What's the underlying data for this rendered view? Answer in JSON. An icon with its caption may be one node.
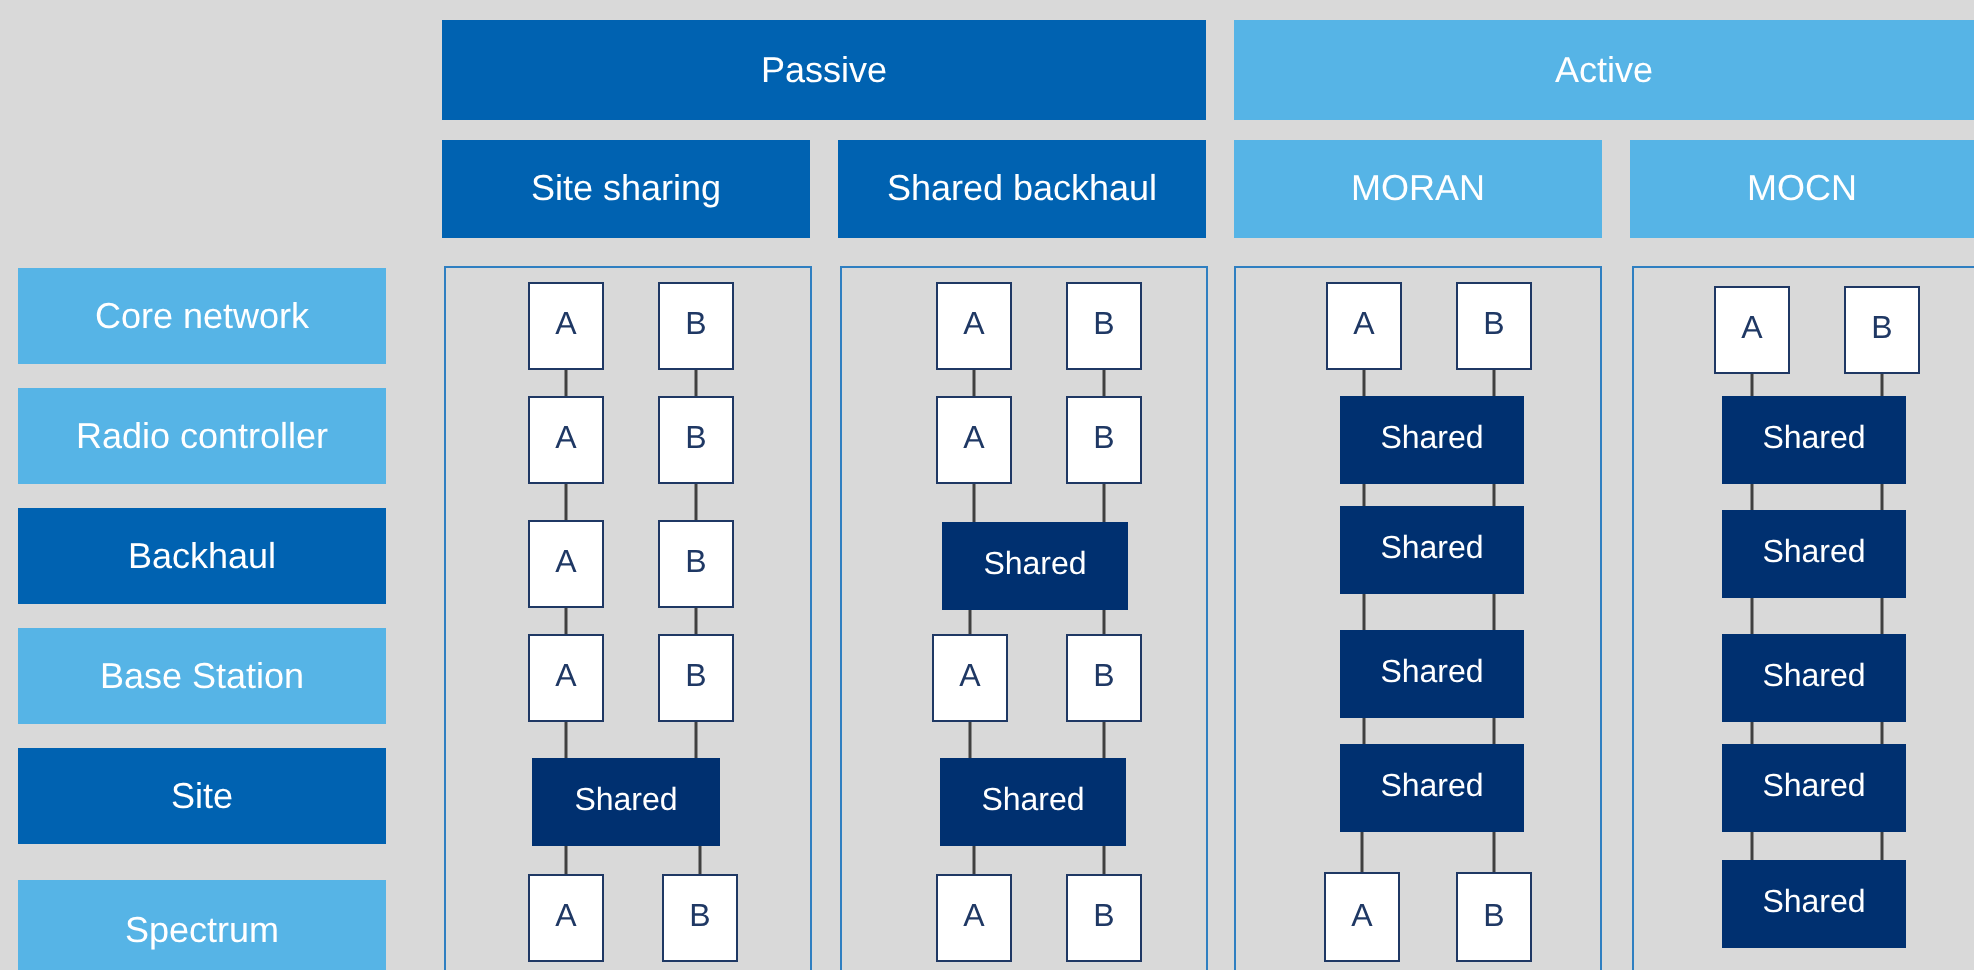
{
  "diagram": {
    "nodes": [
      {
        "text": [
          "Passive"
        ]
      },
      {
        "text": [
          "Active"
        ]
      },
      {
        "text": [
          "Site sharing"
        ]
      },
      {
        "text": [
          "Shared backhaul"
        ]
      },
      {
        "text": [
          "MORAN"
        ]
      },
      {
        "text": [
          "MOCN"
        ]
      },
      {
        "text": [
          "Core network"
        ]
      },
      {
        "text": [
          "Radio controller"
        ]
      },
      {
        "text": [
          "Backhaul"
        ]
      },
      {
        "text": [
          "Base Station"
        ]
      },
      {
        "text": [
          "Site"
        ]
      },
      {
        "text": [
          "Spectrum"
        ]
      },
      {
        "text": [],
        "shape": "box"
      },
      {
        "text": [
          "A"
        ],
        "in": 12
      },
      {
        "text": [
          "B"
        ],
        "in": 12
      },
      {
        "text": [
          "A"
        ],
        "in": 12
      },
      {
        "text": [
          "B"
        ],
        "in": 12
      },
      {
        "text": [
          "A"
        ],
        "in": 12
      },
      {
        "text": [
          "B"
        ],
        "in": 12
      },
      {
        "text": [
          "A"
        ],
        "in": 12
      },
      {
        "text": [
          "B"
        ],
        "in": 12
      },
      {
        "text": [
          "Shared"
        ],
        "in": 12
      },
      {
        "text": [
          "A"
        ],
        "in": 12
      },
      {
        "text": [
          "B"
        ],
        "in": 12
      },
      {
        "text": [],
        "shape": "box"
      },
      {
        "text": [
          "A"
        ],
        "in": 24
      },
      {
        "text": [
          "B"
        ],
        "in": 24
      },
      {
        "text": [
          "A"
        ],
        "in": 24
      },
      {
        "text": [
          "B"
        ],
        "in": 24
      },
      {
        "text": [
          "Shared"
        ],
        "in": 24
      },
      {
        "text": [
          "A"
        ],
        "in": 24
      },
      {
        "text": [
          "B"
        ],
        "in": 24
      },
      {
        "text": [
          "Shared"
        ],
        "in": 24
      },
      {
        "text": [
          "A"
        ],
        "in": 24
      },
      {
        "text": [
          "B"
        ],
        "in": 24
      },
      {
        "text": [],
        "shape": "box"
      },
      {
        "text": [
          "A"
        ],
        "in": 35
      },
      {
        "text": [
          "B"
        ],
        "in": 35
      },
      {
        "text": [
          "Shared"
        ],
        "in": 35
      },
      {
        "text": [
          "Shared"
        ],
        "in": 35
      },
      {
        "text": [
          "Shared"
        ],
        "in": 35
      },
      {
        "text": [
          "Shared"
        ],
        "in": 35
      },
      {
        "text": [
          "A"
        ],
        "in": 35
      },
      {
        "text": [
          "B"
        ],
        "in": 35
      },
      {
        "text": [],
        "shape": "box"
      },
      {
        "text": [
          "A"
        ],
        "in": 44
      },
      {
        "text": [
          "B"
        ],
        "in": 44
      },
      {
        "text": [
          "Shared"
        ],
        "in": 44
      },
      {
        "text": [
          "Shared"
        ],
        "in": 44
      },
      {
        "text": [
          "Shared"
        ],
        "in": 44
      },
      {
        "text": [
          "Shared"
        ],
        "in": 44
      },
      {
        "text": [
          "Shared"
        ],
        "in": 44
      }
    ],
    "edges": [
      {
        "from": 13,
        "to": 15,
        "arrow": "none"
      },
      {
        "from": 15,
        "to": 17,
        "arrow": "none"
      },
      {
        "from": 17,
        "to": 19,
        "arrow": "none"
      },
      {
        "from": 19,
        "to": 21,
        "arrow": "none"
      },
      {
        "from": 21,
        "to": 22,
        "arrow": "none"
      },
      {
        "from": 14,
        "to": 16,
        "arrow": "none"
      },
      {
        "from": 16,
        "to": 18,
        "arrow": "none"
      },
      {
        "from": 18,
        "to": 20,
        "arrow": "none"
      },
      {
        "from": 20,
        "to": 21,
        "arrow": "none"
      },
      {
        "from": 21,
        "to": 23,
        "arrow": "none"
      },
      {
        "from": 25,
        "to": 27,
        "arrow": "none"
      },
      {
        "from": 27,
        "to": 29,
        "arrow": "none"
      },
      {
        "from": 29,
        "to": 30,
        "arrow": "none"
      },
      {
        "from": 30,
        "to": 32,
        "arrow": "none"
      },
      {
        "from": 32,
        "to": 33,
        "arrow": "none"
      },
      {
        "from": 26,
        "to": 28,
        "arrow": "none"
      },
      {
        "from": 28,
        "to": 29,
        "arrow": "none"
      },
      {
        "from": 29,
        "to": 31,
        "arrow": "none"
      },
      {
        "from": 31,
        "to": 32,
        "arrow": "none"
      },
      {
        "from": 32,
        "to": 34,
        "arrow": "none"
      },
      {
        "from": 36,
        "to": 38,
        "arrow": "none"
      },
      {
        "from": 38,
        "to": 39,
        "arrow": "none"
      },
      {
        "from": 39,
        "to": 40,
        "arrow": "none"
      },
      {
        "from": 40,
        "to": 41,
        "arrow": "none"
      },
      {
        "from": 41,
        "to": 42,
        "arrow": "none"
      },
      {
        "from": 37,
        "to": 38,
        "arrow": "none"
      },
      {
        "from": 38,
        "to": 39,
        "arrow": "none"
      },
      {
        "from": 39,
        "to": 40,
        "arrow": "none"
      },
      {
        "from": 40,
        "to": 41,
        "arrow": "none"
      },
      {
        "from": 41,
        "to": 43,
        "arrow": "none"
      },
      {
        "from": 45,
        "to": 47,
        "arrow": "none"
      },
      {
        "from": 47,
        "to": 48,
        "arrow": "none"
      },
      {
        "from": 48,
        "to": 49,
        "arrow": "none"
      },
      {
        "from": 49,
        "to": 50,
        "arrow": "none"
      },
      {
        "from": 50,
        "to": 51,
        "arrow": "none"
      },
      {
        "from": 46,
        "to": 47,
        "arrow": "none"
      },
      {
        "from": 47,
        "to": 48,
        "arrow": "none"
      },
      {
        "from": 48,
        "to": 49,
        "arrow": "none"
      },
      {
        "from": 49,
        "to": 50,
        "arrow": "none"
      },
      {
        "from": 50,
        "to": 51,
        "arrow": "none"
      }
    ]
  }
}
